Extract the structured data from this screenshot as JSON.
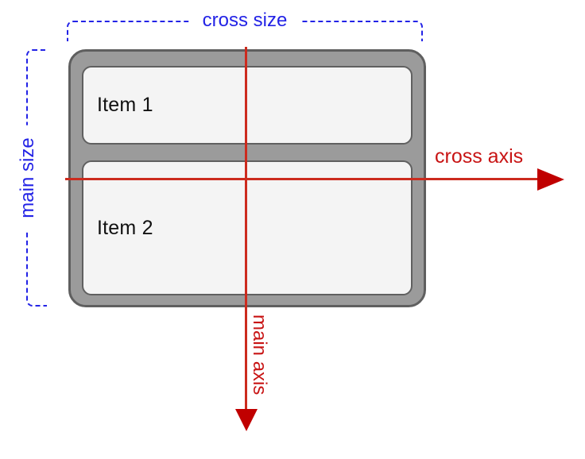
{
  "diagram": {
    "title_hint": "flexbox column diagram",
    "container": {
      "items": [
        {
          "label": "Item 1"
        },
        {
          "label": "Item 2"
        }
      ]
    },
    "labels": {
      "cross_size": "cross size",
      "main_size": "main size",
      "cross_axis": "cross axis",
      "main_axis": "main axis"
    },
    "colors": {
      "bracket_blue": "#2323e6",
      "axis_red_line": "#cc2b1e",
      "axis_red_arrow": "#c00000",
      "axis_red_text": "#c81414",
      "container_fill": "#9b9b9b",
      "container_border": "#5f5f5f",
      "item_fill": "#f4f4f4",
      "item_border": "#606060",
      "item_text": "#111111"
    }
  }
}
